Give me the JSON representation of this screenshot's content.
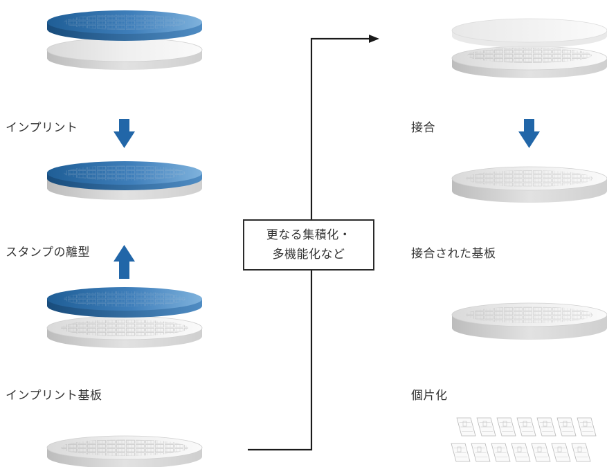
{
  "steps_left": {
    "imprint": "インプリント",
    "stamp_release": "スタンプの離型",
    "imprint_substrate": "インプリント基板"
  },
  "steps_right": {
    "bonding": "接合",
    "bonded_substrate": "接合された基板",
    "singulation": "個片化"
  },
  "center_note": {
    "line1": "更なる集積化・",
    "line2": "多機能化など"
  },
  "colors": {
    "stamp_blue_dark": "#1f5e96",
    "stamp_blue_light": "#6fa6d4",
    "arrow_blue": "#2166a8",
    "wafer_gray": "#e6e6e6",
    "connector": "#1a1a1a"
  },
  "icons": {
    "arrow_down": "arrow-down-icon",
    "arrow_up": "arrow-up-icon",
    "arrow_right": "arrow-right-icon"
  }
}
